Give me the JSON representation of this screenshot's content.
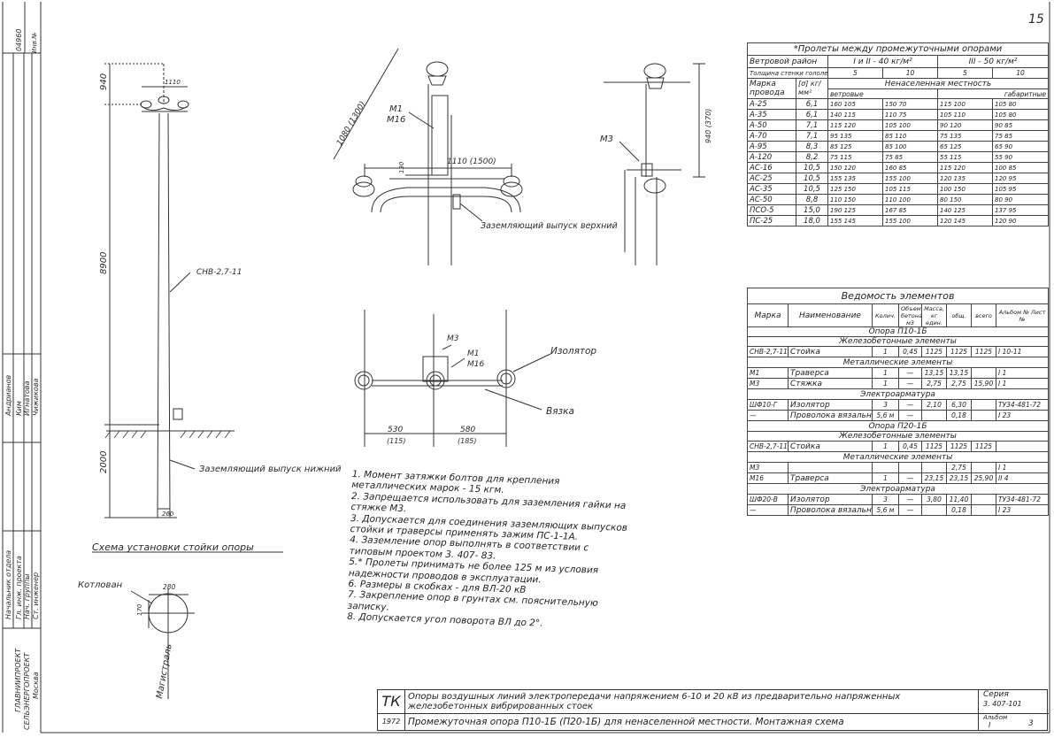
{
  "page_number": "15",
  "stamp": {
    "top": "Инв.№",
    "mid": "04960"
  },
  "side_block": {
    "org1": "ГЛАВНИИПРОЕКТ",
    "org2": "СЕЛЬЭНЕРГОПРОЕКТ",
    "city": "Москва",
    "roles": [
      "Начальник отдела",
      "Гл. инж. проекта",
      "Нач. группы",
      "Ст. инженер"
    ],
    "names": [
      "Андрианов",
      "Ким",
      "Игнатова",
      "Чижикова"
    ]
  },
  "pole_view": {
    "dim_top": "940",
    "dim_mid": "8900",
    "dim_bottom": "2000",
    "dim_head": "1110",
    "dim_base": "260",
    "label_rack": "СНВ-2,7-11",
    "label_ground": "Заземляющий выпуск нижний"
  },
  "head_view": {
    "dim_diag": "1080 (1300)",
    "dim_width": "1110 (1500)",
    "dim_small": "130",
    "label_m1": "М1",
    "label_m16": "М16",
    "label_ground": "Заземляющий выпуск верхний"
  },
  "side_view": {
    "label_m3": "М3",
    "dim_v": "940 (370)"
  },
  "plan_view": {
    "label_m3": "М3",
    "label_m1": "М1",
    "label_m16": "М16",
    "label_insulator": "Изолятор",
    "label_tie": "Вязка",
    "dim_left": "530",
    "dim_left_alt": "(115)",
    "dim_right": "580",
    "dim_right_alt": "(185)"
  },
  "install": {
    "title": "Схема установки стойки опоры",
    "label_pit": "Котлован",
    "label_main": "Магистраль",
    "dim_w": "280",
    "dim_h": "170"
  },
  "notes": [
    "1. Момент затяжки болтов для крепления металлических марок - 15 кгм.",
    "2. Запрещается использовать для заземления гайки на стяжке М3.",
    "3. Допускается для соединения заземляющих выпусков стойки и траверсы применять зажим ПС-1-1А.",
    "4. Заземление опор выполнять в соответствии с типовым проектом 3. 407- 83.",
    "5.* Пролеты принимать не более 125 м из условия надежности проводов в эксплуатации.",
    "6. Размеры в скобках - для ВЛ-20 кВ",
    "7. Закрепление опор в грунтах см. пояснительную записку.",
    "8. Допускается угол поворота ВЛ до 2°."
  ],
  "spans_table": {
    "title": "*Пролеты между промежуточными опорами",
    "wind_label": "Ветровой район",
    "wind_12": "I и II - 40 кг/м²",
    "wind_3": "III - 50 кг/м²",
    "ice_label": "Толщина стенки гололеда, мм",
    "ice_vals": [
      "5",
      "10",
      "5",
      "10"
    ],
    "mark_label": "Марка провода",
    "sigma_label": "[σ] кг/мм²",
    "area_label": "Ненаселенная местность",
    "wind_sub": "ветровые",
    "gab_sub": "габаритные",
    "rows": [
      {
        "m": "А-25",
        "s": "6,1",
        "v": [
          "160 105",
          "150 70",
          "115 100",
          "105 80"
        ]
      },
      {
        "m": "А-35",
        "s": "6,1",
        "v": [
          "140 115",
          "110 75",
          "105 110",
          "105 80"
        ]
      },
      {
        "m": "А-50",
        "s": "7,1",
        "v": [
          "115 120",
          "105 100",
          "90 120",
          "90 85"
        ]
      },
      {
        "m": "А-70",
        "s": "7,1",
        "v": [
          "95 135",
          "85 110",
          "75 135",
          "75 85"
        ]
      },
      {
        "m": "А-95",
        "s": "8,3",
        "v": [
          "85 125",
          "85 100",
          "65 125",
          "65 90"
        ]
      },
      {
        "m": "А-120",
        "s": "8,2",
        "v": [
          "75 115",
          "75 85",
          "55 115",
          "55 90"
        ]
      },
      {
        "m": "АС-16",
        "s": "10,5",
        "v": [
          "150 120",
          "160 85",
          "115 120",
          "100 85"
        ]
      },
      {
        "m": "АС-25",
        "s": "10,5",
        "v": [
          "155 135",
          "155 100",
          "120 135",
          "120 95"
        ]
      },
      {
        "m": "АС-35",
        "s": "10,5",
        "v": [
          "125 150",
          "105 115",
          "100 150",
          "105 95"
        ]
      },
      {
        "m": "АС-50",
        "s": "8,8",
        "v": [
          "110 150",
          "110 100",
          "80 150",
          "80 90"
        ]
      },
      {
        "m": "ПСО-5",
        "s": "15,0",
        "v": [
          "190 125",
          "167 85",
          "140 125",
          "137 95"
        ]
      },
      {
        "m": "ПС-25",
        "s": "18,0",
        "v": [
          "155 145",
          "155 100",
          "120 145",
          "120 90"
        ]
      }
    ]
  },
  "elements_table": {
    "title": "Ведомость элементов",
    "headers": [
      "Марка",
      "Наименование",
      "Колич.",
      "Объем бетона м3",
      "Масса, кг един.",
      "общ.",
      "всего",
      "Альбом № Лист №"
    ],
    "sec1": "Опора П10-1Б",
    "sec_concrete": "Железобетонные элементы",
    "sec_metal": "Металлические элементы",
    "sec_elec": "Электроарматура",
    "sec2": "Опора П20-1Б",
    "rows1": [
      [
        "СНВ-2,7-11",
        "Стойка",
        "1",
        "0,45",
        "1125",
        "1125",
        "1125",
        "I 10-11"
      ],
      [
        "М1",
        "Траверса",
        "1",
        "—",
        "13,15",
        "13,15",
        "",
        "I 1"
      ],
      [
        "М3",
        "Стяжка",
        "1",
        "—",
        "2,75",
        "2,75",
        "15,90",
        "I 1"
      ],
      [
        "ШФ10-Г",
        "Изолятор",
        "3",
        "—",
        "2,10",
        "6,30",
        "",
        "ТУ34-481-72"
      ],
      [
        "—",
        "Проволока вязальная",
        "5,6 м",
        "—",
        "",
        "0,18",
        "",
        "I 23"
      ]
    ],
    "rows2": [
      [
        "СНВ-2,7-11",
        "Стойка",
        "1",
        "0,45",
        "1125",
        "1125",
        "1125",
        ""
      ],
      [
        "М3",
        "",
        "",
        "",
        "",
        "2,75",
        "",
        "I 1"
      ],
      [
        "М16",
        "Траверса",
        "1",
        "—",
        "23,15",
        "23,15",
        "25,90",
        "II 4"
      ],
      [
        "ШФ20-В",
        "Изолятор",
        "3",
        "—",
        "3,80",
        "11,40",
        "",
        "ТУ34-481-72"
      ],
      [
        "—",
        "Проволока вязальная",
        "5,6 м",
        "—",
        "",
        "0,18",
        "",
        "I 23"
      ]
    ]
  },
  "title_block": {
    "tk": "ТК",
    "year": "1972",
    "line1": "Опоры воздушных линий электропередачи напряжением 6-10 и 20 кВ из предварительно напряженных железобетонных вибрированных стоек",
    "line2": "Промежуточная опора П10-1Б (П20-1Б) для ненаселенной местности. Монтажная схема",
    "series_label": "Серия",
    "series": "3. 407-101",
    "album_label": "Альбом",
    "album": "I",
    "sheet": "3"
  }
}
